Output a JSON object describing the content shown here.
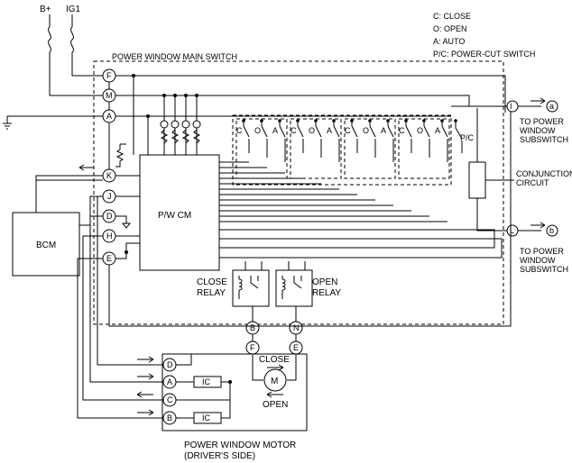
{
  "legend": {
    "c": "C: CLOSE",
    "o": "O: OPEN",
    "a": "A: AUTO",
    "pc": "P/C: POWER-CUT SWITCH"
  },
  "sources": {
    "bplus": "B+",
    "ig1": "IG1"
  },
  "labels": {
    "main_switch": "POWER WINDOW MAIN SWITCH",
    "pwcm": "P/W CM",
    "bcm": "BCM",
    "close_relay": [
      "CLOSE",
      "RELAY"
    ],
    "open_relay": [
      "OPEN",
      "RELAY"
    ],
    "to_sub_a": [
      "TO POWER",
      "WINDOW",
      "SUBSWITCH"
    ],
    "to_sub_b": [
      "TO POWER",
      "WINDOW",
      "SUBSWITCH"
    ],
    "conjunction": [
      "CONJUNCTION",
      "CIRCUIT"
    ],
    "motor_title": [
      "POWER WINDOW MOTOR",
      "(DRIVER'S SIDE)"
    ],
    "motor_close": "CLOSE",
    "motor_open": "OPEN",
    "motor": "M",
    "ic": "IC",
    "pc_short": "P/C",
    "ref_a": "a",
    "ref_b": "b"
  },
  "terminals": {
    "main_left": [
      "F",
      "M",
      "A",
      "K",
      "J",
      "D",
      "H",
      "E"
    ],
    "main_right": [
      "I",
      "L"
    ],
    "relay_out": [
      "B",
      "N"
    ],
    "motor_side": [
      "F",
      "E"
    ],
    "motor_conn": [
      "D",
      "A",
      "C",
      "B"
    ]
  },
  "switch_letters": [
    "C",
    "O",
    "A",
    "C",
    "O",
    "A",
    "C",
    "O",
    "A",
    "C",
    "O",
    "A"
  ]
}
